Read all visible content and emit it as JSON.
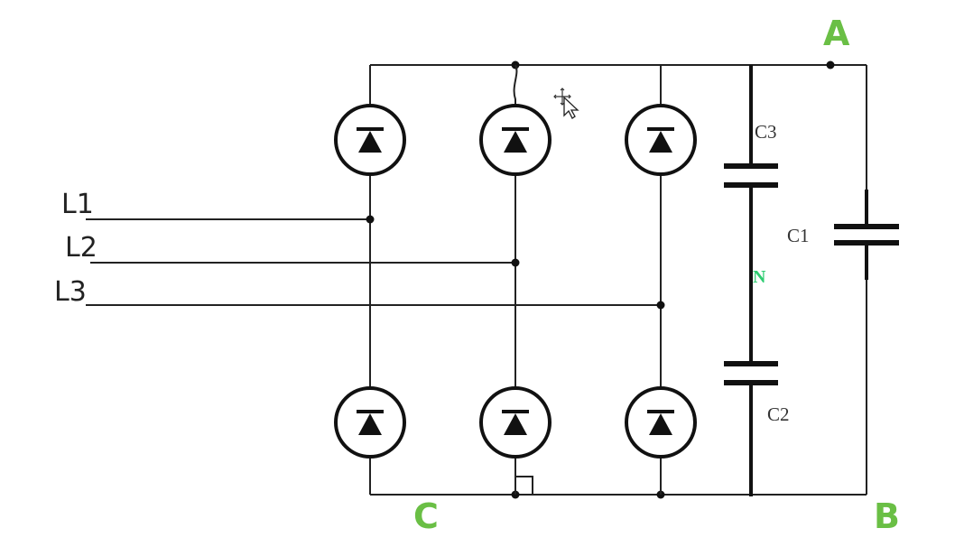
{
  "inputs": {
    "l1": "L1",
    "l2": "L2",
    "l3": "L3"
  },
  "capacitors": {
    "c1": "C1",
    "c2": "C2",
    "c3": "C3"
  },
  "terminals": {
    "a": "A",
    "b": "B",
    "c": "C",
    "n": "N"
  },
  "colors": {
    "terminal": "#6abf45",
    "neutral": "#2ecc71",
    "wire": "#222222"
  },
  "icons": {
    "cursor": "move-cursor-icon"
  }
}
